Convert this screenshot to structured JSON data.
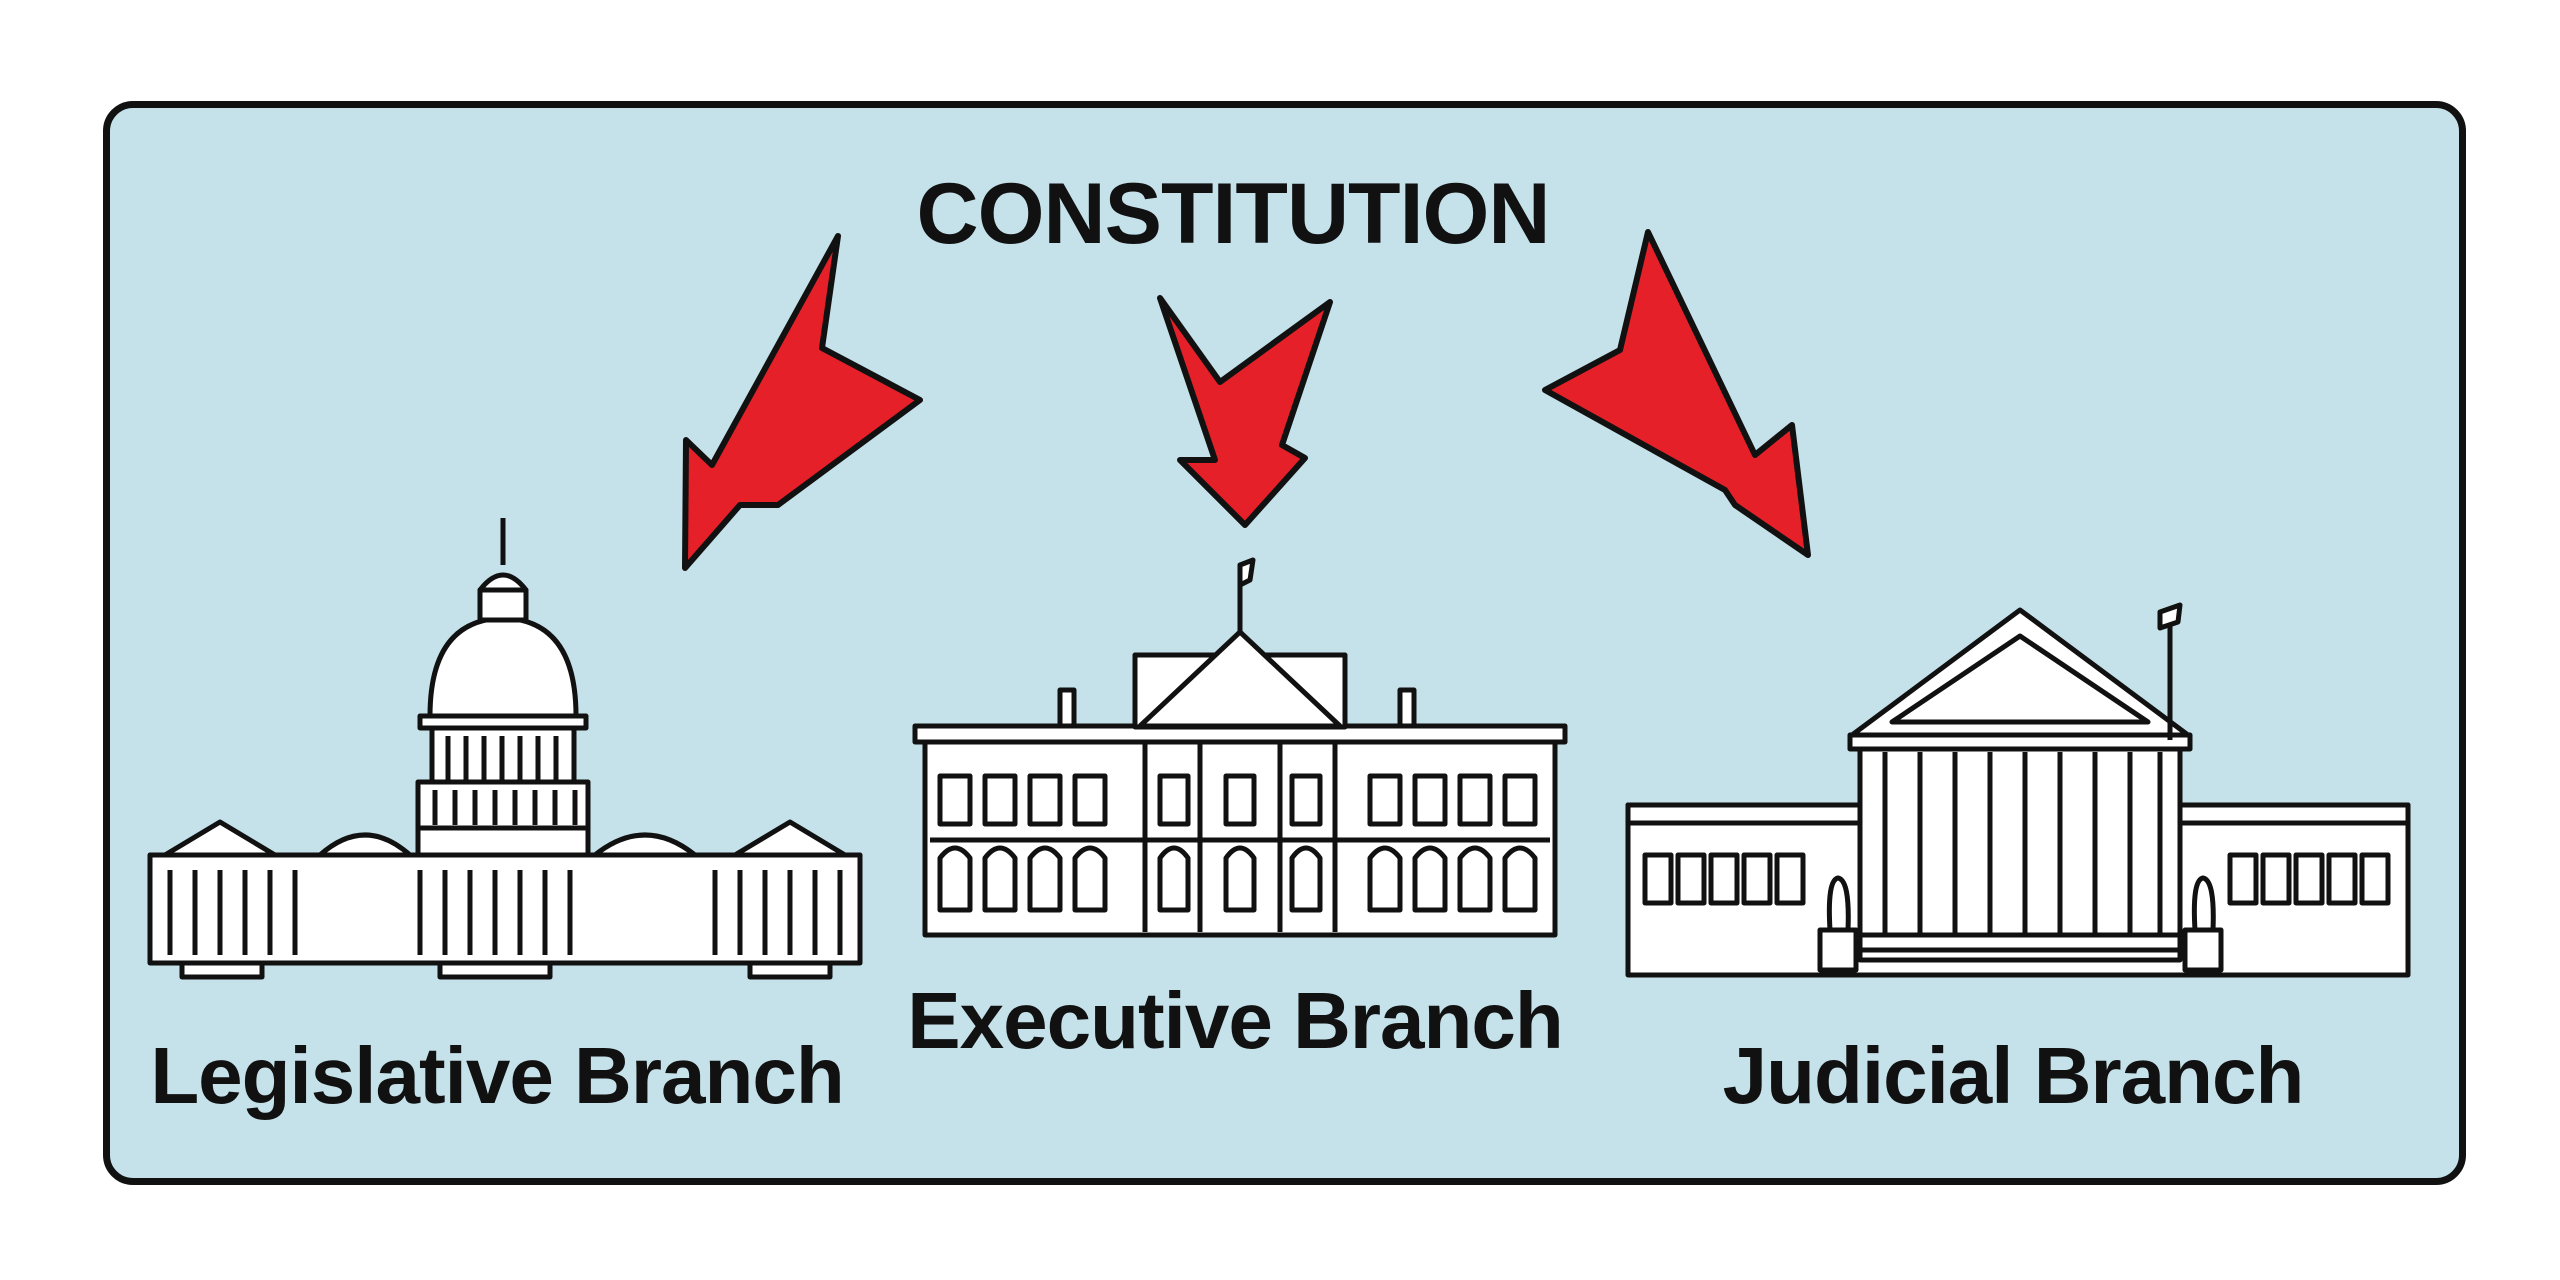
{
  "diagram": {
    "title": "CONSTITUTION",
    "branches": [
      {
        "label": "Legislative Branch",
        "icon": "capitol-building-icon"
      },
      {
        "label": "Executive Branch",
        "icon": "white-house-icon"
      },
      {
        "label": "Judicial Branch",
        "icon": "supreme-court-icon"
      }
    ],
    "colors": {
      "panel": "#c5e1e9",
      "arrow": "#e52028",
      "outline": "#111111"
    }
  }
}
